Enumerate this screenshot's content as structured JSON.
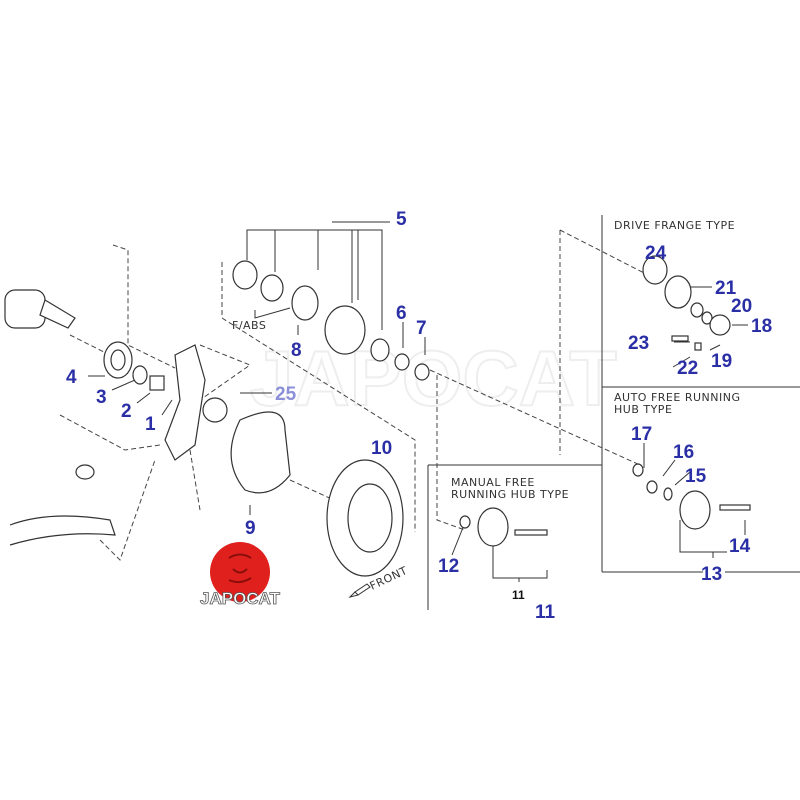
{
  "watermark": "JAPOCAT",
  "logo": {
    "text": "JAPOCAT",
    "color": "#e0201c"
  },
  "label_color": "#2b2fa6",
  "sections": {
    "drive_flange": "DRIVE FRANGE TYPE",
    "auto_free_line1": "AUTO FREE RUNNING",
    "auto_free_line2": "HUB TYPE",
    "manual_free_line1": "MANUAL FREE",
    "manual_free_line2": "RUNNING HUB TYPE"
  },
  "annotations": {
    "fabs": "F/ABS",
    "front": "FRONT"
  },
  "callouts": {
    "n1": "1",
    "n2": "2",
    "n3": "3",
    "n4": "4",
    "n5": "5",
    "n6": "6",
    "n7": "7",
    "n8": "8",
    "n9": "9",
    "n10": "10",
    "n11": "11",
    "n11_sub": "11",
    "n12": "12",
    "n13": "13",
    "n14": "14",
    "n15": "15",
    "n16": "16",
    "n17": "17",
    "n18": "18",
    "n19": "19",
    "n20": "20",
    "n21": "21",
    "n22": "22",
    "n23": "23",
    "n24": "24",
    "n25": "25"
  }
}
